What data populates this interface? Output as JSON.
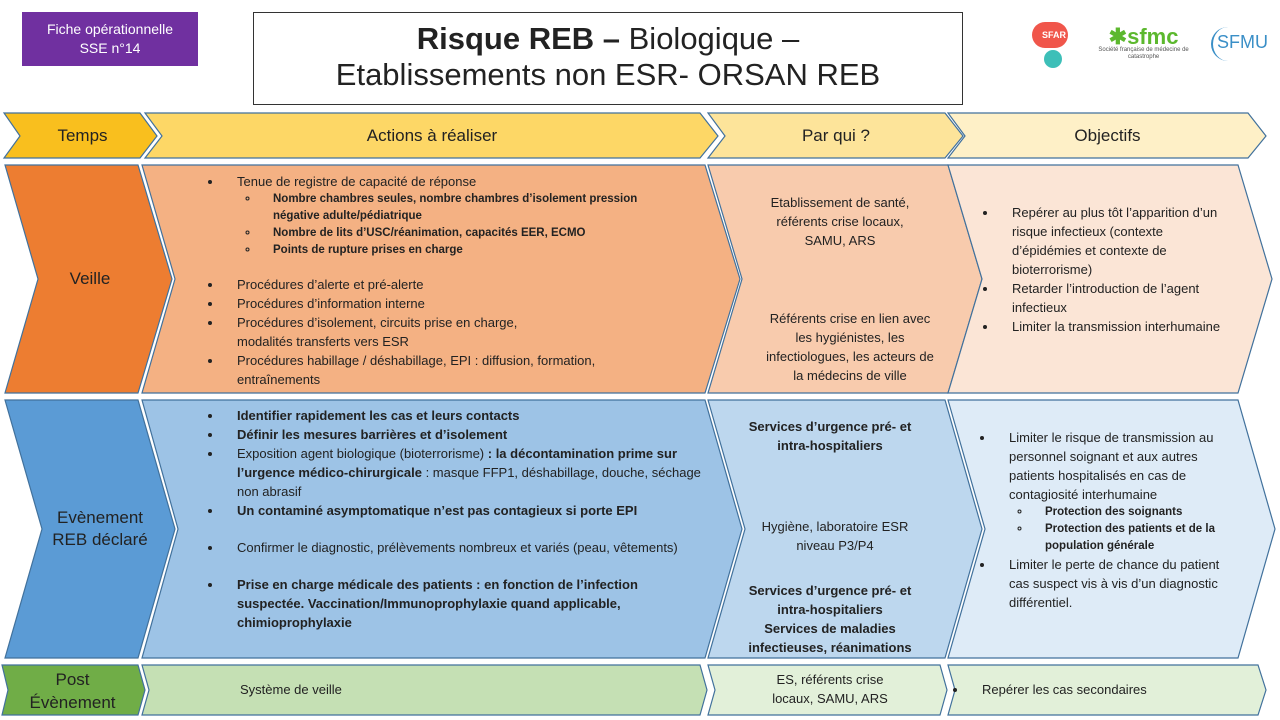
{
  "badge": {
    "line1": "Fiche opérationnelle",
    "line2": "SSE  n°14"
  },
  "title": {
    "bold": "Risque REB –",
    "rest": " Biologique –",
    "line2": "Etablissements non ESR- ORSAN REB"
  },
  "logos": {
    "sfar": "SFAR",
    "sfmc": "sfmc",
    "sfmc_sub": "Société française de médecine de catastrophe",
    "sfmu": "SFMU"
  },
  "headers": {
    "temps": "Temps",
    "actions": "Actions à réaliser",
    "parqui": "Par qui ?",
    "objectifs": "Objectifs"
  },
  "colors": {
    "temps": "#f9bf1e",
    "veille": "#ed7d31",
    "evenement": "#5b9bd5",
    "post": "#70ad47"
  },
  "veille": {
    "label": "Veille",
    "actions": {
      "a1": "Tenue  de registre de capacité de réponse",
      "sub": [
        "Nombre chambres seules, nombre chambres d’isolement pression négative adulte/pédiatrique",
        "Nombre de lits d’USC/réanimation, capacités EER, ECMO",
        "Points de rupture prises en charge"
      ],
      "items": [
        "Procédures d’alerte et pré-alerte",
        "Procédures d’information interne",
        "Procédures d’isolement, circuits prise en charge, modalités transferts vers ESR",
        "Procédures habillage / déshabillage, EPI : diffusion, formation, entraînements"
      ]
    },
    "parqui": [
      "Etablissement de santé, référents crise locaux, SAMU, ARS",
      "Référents crise en lien avec les hygiénistes, les infectiologues, les acteurs de la médecins de ville"
    ],
    "objectifs": [
      "Repérer au plus tôt l’apparition d’un risque infectieux (contexte d’épidémies et contexte de bioterrorisme)",
      "Retarder l’introduction de l’agent infectieux",
      "Limiter la transmission interhumaine"
    ]
  },
  "evenement": {
    "label1": "Evènement",
    "label2": "REB déclaré",
    "actions": {
      "a1": "Identifier rapidement les cas et leurs contacts",
      "a2": "Définir les mesures barrières et d’isolement",
      "a3_pre": "Exposition agent biologique (bioterrorisme) ",
      "a3_bold": ": la décontamination prime sur l’urgence médico-chirurgicale",
      "a3_post": " : masque FFP1, déshabillage, douche, séchage non abrasif",
      "a4": "Un contaminé asymptomatique n’est pas contagieux si porte EPI",
      "a5": "Confirmer le diagnostic, prélèvements nombreux et variés (peau, vêtements)",
      "a6": "Prise en charge médicale des patients : en fonction de l’infection suspectée. Vaccination/Immunoprophylaxie quand applicable, chimioprophylaxie"
    },
    "parqui": [
      "Services d’urgence pré- et intra-hospitaliers",
      "Hygiène, laboratoire ESR niveau P3/P4",
      "Services d’urgence pré- et intra-hospitaliers",
      "Services de maladies infectieuses, réanimations"
    ],
    "objectifs": {
      "o1": "Limiter le risque de transmission au personnel soignant et aux autres patients hospitalisés en cas de contagiosité interhumaine",
      "sub": [
        "Protection des soignants",
        "Protection des patients et de la population générale"
      ],
      "o2": "Limiter le perte de chance du patient cas suspect vis à vis d’un diagnostic différentiel."
    }
  },
  "post": {
    "label1": "Post",
    "label2": "Évènement",
    "actions": "Système de veille",
    "parqui": "ES, référents crise locaux, SAMU, ARS",
    "objectifs": "Repérer les cas secondaires"
  }
}
